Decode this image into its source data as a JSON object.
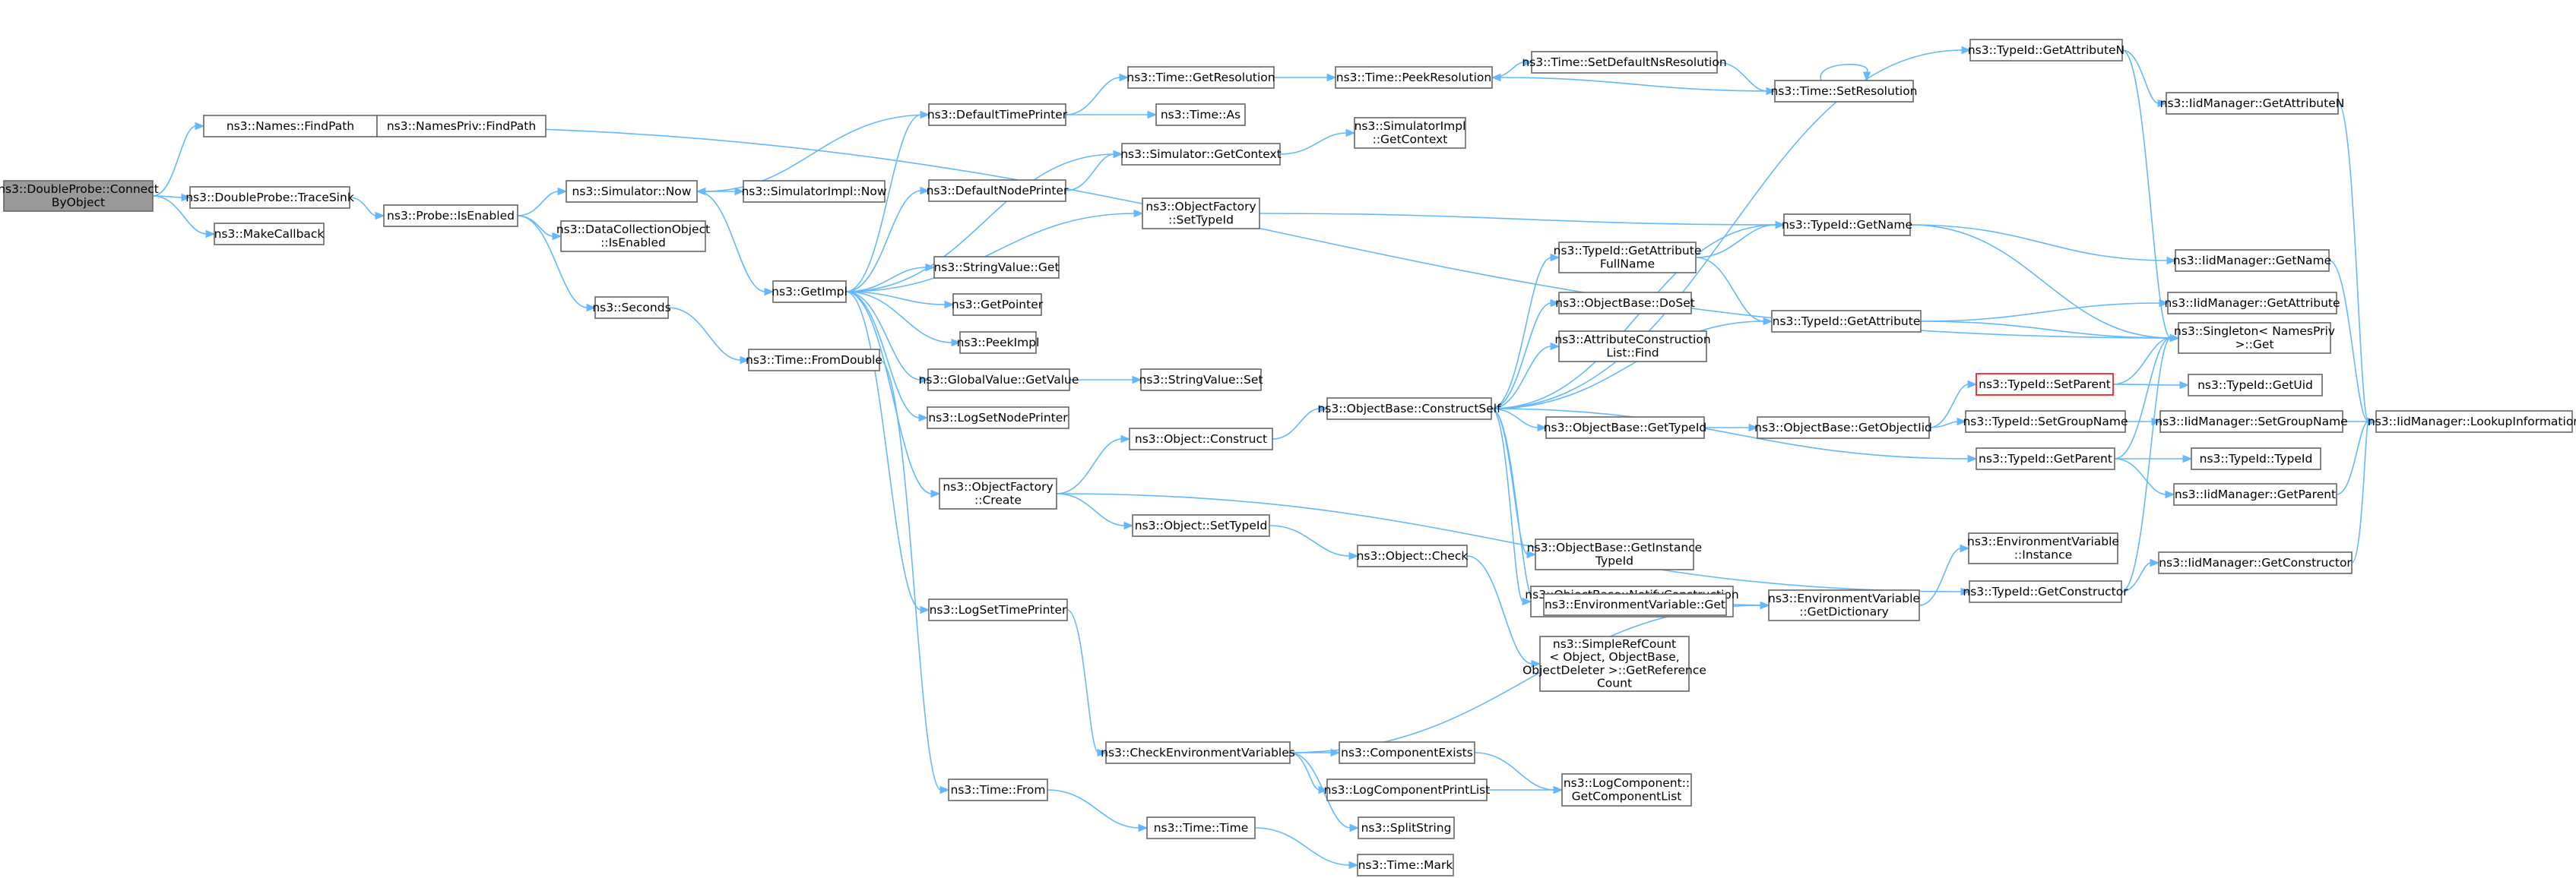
{
  "diagram": {
    "root_id": "root",
    "colors": {
      "edge": "#63b8ff",
      "node_border": "#666666",
      "root_fill": "#999999",
      "highlight_border": "#ff0000"
    },
    "nodes": [
      {
        "id": "root",
        "lines": [
          "ns3::DoubleProbe::Connect",
          "ByObject"
        ]
      },
      {
        "id": "findpath",
        "lines": [
          "ns3::Names::FindPath"
        ]
      },
      {
        "id": "namespriv_findpath",
        "lines": [
          "ns3::NamesPriv::FindPath"
        ]
      },
      {
        "id": "tracesink",
        "lines": [
          "ns3::DoubleProbe::TraceSink"
        ]
      },
      {
        "id": "makecallback",
        "lines": [
          "ns3::MakeCallback"
        ]
      },
      {
        "id": "isenabled",
        "lines": [
          "ns3::Probe::IsEnabled"
        ]
      },
      {
        "id": "sim_now",
        "lines": [
          "ns3::Simulator::Now"
        ]
      },
      {
        "id": "simimpl_now",
        "lines": [
          "ns3::SimulatorImpl::Now"
        ]
      },
      {
        "id": "dco_isenabled",
        "lines": [
          "ns3::DataCollectionObject",
          "::IsEnabled"
        ]
      },
      {
        "id": "seconds",
        "lines": [
          "ns3::Seconds"
        ]
      },
      {
        "id": "fromdouble",
        "lines": [
          "ns3::Time::FromDouble"
        ]
      },
      {
        "id": "getimpl",
        "lines": [
          "ns3::GetImpl"
        ]
      },
      {
        "id": "defaulttimeprinter",
        "lines": [
          "ns3::DefaultTimePrinter"
        ]
      },
      {
        "id": "getresolution",
        "lines": [
          "ns3::Time::GetResolution"
        ]
      },
      {
        "id": "time_as",
        "lines": [
          "ns3::Time::As"
        ]
      },
      {
        "id": "peekresolution",
        "lines": [
          "ns3::Time::PeekResolution"
        ]
      },
      {
        "id": "setdefaultnsres",
        "lines": [
          "ns3::Time::SetDefaultNsResolution"
        ]
      },
      {
        "id": "setresolution",
        "lines": [
          "ns3::Time::SetResolution"
        ]
      },
      {
        "id": "sim_getcontext",
        "lines": [
          "ns3::Simulator::GetContext"
        ]
      },
      {
        "id": "simimpl_getcontext",
        "lines": [
          "ns3::SimulatorImpl",
          "::GetContext"
        ]
      },
      {
        "id": "defaultnodeprinter",
        "lines": [
          "ns3::DefaultNodePrinter"
        ]
      },
      {
        "id": "of_settypeid",
        "lines": [
          "ns3::ObjectFactory",
          "::SetTypeId"
        ]
      },
      {
        "id": "stringvalue_get",
        "lines": [
          "ns3::StringValue::Get"
        ]
      },
      {
        "id": "getpointer",
        "lines": [
          "ns3::GetPointer"
        ]
      },
      {
        "id": "peekimpl",
        "lines": [
          "ns3::PeekImpl"
        ]
      },
      {
        "id": "gv_getvalue",
        "lines": [
          "ns3::GlobalValue::GetValue"
        ]
      },
      {
        "id": "stringvalue_set",
        "lines": [
          "ns3::StringValue::Set"
        ]
      },
      {
        "id": "logsetnodeprinter",
        "lines": [
          "ns3::LogSetNodePrinter"
        ]
      },
      {
        "id": "of_create",
        "lines": [
          "ns3::ObjectFactory",
          "::Create"
        ]
      },
      {
        "id": "object_construct",
        "lines": [
          "ns3::Object::Construct"
        ]
      },
      {
        "id": "object_settypeid",
        "lines": [
          "ns3::Object::SetTypeId"
        ]
      },
      {
        "id": "object_check",
        "lines": [
          "ns3::Object::Check"
        ]
      },
      {
        "id": "logsettimeprinter",
        "lines": [
          "ns3::LogSetTimePrinter"
        ]
      },
      {
        "id": "checkenvvars",
        "lines": [
          "ns3::CheckEnvironmentVariables"
        ]
      },
      {
        "id": "componentexists",
        "lines": [
          "ns3::ComponentExists"
        ]
      },
      {
        "id": "logcomponentprintlist",
        "lines": [
          "ns3::LogComponentPrintList"
        ]
      },
      {
        "id": "splitstring",
        "lines": [
          "ns3::SplitString"
        ]
      },
      {
        "id": "getcomponentlist",
        "lines": [
          "ns3::LogComponent::",
          "GetComponentList"
        ]
      },
      {
        "id": "time_from",
        "lines": [
          "ns3::Time::From"
        ]
      },
      {
        "id": "time_time",
        "lines": [
          "ns3::Time::Time"
        ]
      },
      {
        "id": "time_mark",
        "lines": [
          "ns3::Time::Mark"
        ]
      },
      {
        "id": "constructself",
        "lines": [
          "ns3::ObjectBase::ConstructSelf"
        ]
      },
      {
        "id": "tid_getattrfullname",
        "lines": [
          "ns3::TypeId::GetAttribute",
          "FullName"
        ]
      },
      {
        "id": "ob_doset",
        "lines": [
          "ns3::ObjectBase::DoSet"
        ]
      },
      {
        "id": "acl_find",
        "lines": [
          "ns3::AttributeConstruction",
          "List::Find"
        ]
      },
      {
        "id": "ob_gettypeid",
        "lines": [
          "ns3::ObjectBase::GetTypeId"
        ]
      },
      {
        "id": "ob_getinstancetypeid",
        "lines": [
          "ns3::ObjectBase::GetInstance",
          "TypeId"
        ]
      },
      {
        "id": "ob_notify",
        "lines": [
          "ns3::ObjectBase::NotifyConstruction",
          "Completed"
        ]
      },
      {
        "id": "envvar_get",
        "lines": [
          "ns3::EnvironmentVariable::Get"
        ]
      },
      {
        "id": "simplerefcount",
        "lines": [
          "ns3::SimpleRefCount",
          "< Object, ObjectBase,",
          "ObjectDeleter >::GetReference",
          "Count"
        ]
      },
      {
        "id": "tid_getname",
        "lines": [
          "ns3::TypeId::GetName"
        ]
      },
      {
        "id": "tid_getattribute",
        "lines": [
          "ns3::TypeId::GetAttribute"
        ]
      },
      {
        "id": "ob_getobjectiid",
        "lines": [
          "ns3::ObjectBase::GetObjectIid"
        ]
      },
      {
        "id": "envvar_getdict",
        "lines": [
          "ns3::EnvironmentVariable",
          "::GetDictionary"
        ]
      },
      {
        "id": "envvar_instance",
        "lines": [
          "ns3::EnvironmentVariable",
          "::Instance"
        ]
      },
      {
        "id": "tid_getattributen",
        "lines": [
          "ns3::TypeId::GetAttributeN"
        ]
      },
      {
        "id": "tid_setparent",
        "lines": [
          "ns3::TypeId::SetParent"
        ],
        "highlight": true
      },
      {
        "id": "tid_setgroupname",
        "lines": [
          "ns3::TypeId::SetGroupName"
        ]
      },
      {
        "id": "tid_getparent",
        "lines": [
          "ns3::TypeId::GetParent"
        ]
      },
      {
        "id": "tid_getconstructor",
        "lines": [
          "ns3::TypeId::GetConstructor"
        ]
      },
      {
        "id": "iid_getattributen",
        "lines": [
          "ns3::IidManager::GetAttributeN"
        ]
      },
      {
        "id": "iid_getname",
        "lines": [
          "ns3::IidManager::GetName"
        ]
      },
      {
        "id": "iid_getattribute",
        "lines": [
          "ns3::IidManager::GetAttribute"
        ]
      },
      {
        "id": "singleton_get",
        "lines": [
          "ns3::Singleton< NamesPriv",
          " >::Get"
        ]
      },
      {
        "id": "tid_getuid",
        "lines": [
          "ns3::TypeId::GetUid"
        ]
      },
      {
        "id": "iid_setgroupname",
        "lines": [
          "ns3::IidManager::SetGroupName"
        ]
      },
      {
        "id": "tid_typeid",
        "lines": [
          "ns3::TypeId::TypeId"
        ]
      },
      {
        "id": "iid_getparent",
        "lines": [
          "ns3::IidManager::GetParent"
        ]
      },
      {
        "id": "iid_getconstructor",
        "lines": [
          "ns3::IidManager::GetConstructor"
        ]
      },
      {
        "id": "iid_lookupinfo",
        "lines": [
          "ns3::IidManager::LookupInformation"
        ]
      }
    ],
    "edges": [
      [
        "root",
        "findpath"
      ],
      [
        "root",
        "tracesink"
      ],
      [
        "root",
        "makecallback"
      ],
      [
        "findpath",
        "namespriv_findpath"
      ],
      [
        "findpath",
        "singleton_get"
      ],
      [
        "tracesink",
        "isenabled"
      ],
      [
        "isenabled",
        "sim_now"
      ],
      [
        "isenabled",
        "dco_isenabled"
      ],
      [
        "isenabled",
        "seconds"
      ],
      [
        "sim_now",
        "simimpl_now"
      ],
      [
        "sim_now",
        "getimpl"
      ],
      [
        "seconds",
        "fromdouble"
      ],
      [
        "fromdouble",
        "time_from"
      ],
      [
        "getimpl",
        "defaulttimeprinter"
      ],
      [
        "getimpl",
        "sim_getcontext"
      ],
      [
        "getimpl",
        "defaultnodeprinter"
      ],
      [
        "getimpl",
        "of_settypeid"
      ],
      [
        "getimpl",
        "stringvalue_get"
      ],
      [
        "getimpl",
        "getpointer"
      ],
      [
        "getimpl",
        "peekimpl"
      ],
      [
        "getimpl",
        "gv_getvalue"
      ],
      [
        "getimpl",
        "logsetnodeprinter"
      ],
      [
        "getimpl",
        "of_create"
      ],
      [
        "getimpl",
        "logsettimeprinter"
      ],
      [
        "defaulttimeprinter",
        "sim_now"
      ],
      [
        "defaulttimeprinter",
        "getresolution"
      ],
      [
        "defaulttimeprinter",
        "time_as"
      ],
      [
        "getresolution",
        "peekresolution"
      ],
      [
        "peekresolution",
        "setdefaultnsres"
      ],
      [
        "setdefaultnsres",
        "setresolution"
      ],
      [
        "setresolution",
        "peekresolution"
      ],
      [
        "setresolution",
        "setresolution"
      ],
      [
        "sim_getcontext",
        "simimpl_getcontext"
      ],
      [
        "defaultnodeprinter",
        "sim_getcontext"
      ],
      [
        "of_settypeid",
        "tid_getname"
      ],
      [
        "gv_getvalue",
        "stringvalue_set"
      ],
      [
        "of_create",
        "object_construct"
      ],
      [
        "of_create",
        "object_settypeid"
      ],
      [
        "of_create",
        "tid_getconstructor"
      ],
      [
        "object_construct",
        "constructself"
      ],
      [
        "object_settypeid",
        "object_check"
      ],
      [
        "object_check",
        "simplerefcount"
      ],
      [
        "logsettimeprinter",
        "checkenvvars"
      ],
      [
        "checkenvvars",
        "envvar_getdict"
      ],
      [
        "checkenvvars",
        "componentexists"
      ],
      [
        "checkenvvars",
        "logcomponentprintlist"
      ],
      [
        "checkenvvars",
        "splitstring"
      ],
      [
        "componentexists",
        "getcomponentlist"
      ],
      [
        "logcomponentprintlist",
        "getcomponentlist"
      ],
      [
        "time_from",
        "time_time"
      ],
      [
        "time_time",
        "time_mark"
      ],
      [
        "constructself",
        "tid_getattributen"
      ],
      [
        "constructself",
        "tid_getname"
      ],
      [
        "constructself",
        "tid_getattrfullname"
      ],
      [
        "constructself",
        "ob_doset"
      ],
      [
        "constructself",
        "tid_getattribute"
      ],
      [
        "constructself",
        "acl_find"
      ],
      [
        "constructself",
        "ob_gettypeid"
      ],
      [
        "constructself",
        "tid_getparent"
      ],
      [
        "constructself",
        "ob_getinstancetypeid"
      ],
      [
        "constructself",
        "ob_notify"
      ],
      [
        "constructself",
        "envvar_get"
      ],
      [
        "tid_getattrfullname",
        "tid_getname"
      ],
      [
        "tid_getattrfullname",
        "tid_getattribute"
      ],
      [
        "ob_gettypeid",
        "ob_getobjectiid"
      ],
      [
        "ob_getobjectiid",
        "tid_setparent"
      ],
      [
        "ob_getobjectiid",
        "tid_setgroupname"
      ],
      [
        "envvar_get",
        "envvar_getdict"
      ],
      [
        "envvar_getdict",
        "envvar_instance"
      ],
      [
        "tid_getattributen",
        "iid_getattributen"
      ],
      [
        "tid_getattributen",
        "singleton_get"
      ],
      [
        "tid_getname",
        "iid_getname"
      ],
      [
        "tid_getname",
        "singleton_get"
      ],
      [
        "tid_getattribute",
        "iid_getattribute"
      ],
      [
        "tid_getattribute",
        "singleton_get"
      ],
      [
        "tid_setparent",
        "tid_getuid"
      ],
      [
        "tid_setparent",
        "singleton_get"
      ],
      [
        "tid_setgroupname",
        "iid_setgroupname"
      ],
      [
        "tid_getparent",
        "tid_typeid"
      ],
      [
        "tid_getparent",
        "iid_getparent"
      ],
      [
        "tid_getparent",
        "singleton_get"
      ],
      [
        "tid_getconstructor",
        "iid_getconstructor"
      ],
      [
        "tid_getconstructor",
        "singleton_get"
      ],
      [
        "iid_getattributen",
        "iid_lookupinfo"
      ],
      [
        "iid_getname",
        "iid_lookupinfo"
      ],
      [
        "iid_setgroupname",
        "iid_lookupinfo"
      ],
      [
        "iid_getparent",
        "iid_lookupinfo"
      ],
      [
        "iid_getconstructor",
        "iid_lookupinfo"
      ]
    ]
  }
}
